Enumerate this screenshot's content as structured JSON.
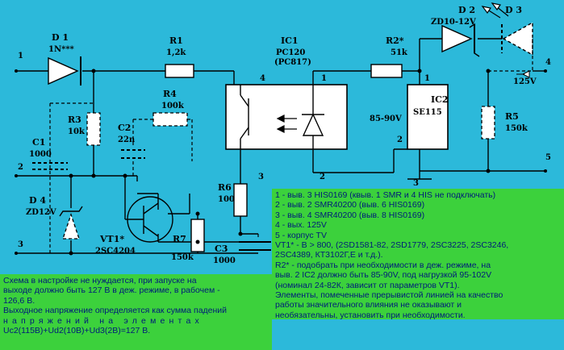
{
  "labels": {
    "d1": "D 1",
    "d1_type": "1N***",
    "r1": "R1",
    "r1_val": "1,2k",
    "ic1": "IC1",
    "ic1_type": "PC120",
    "ic1_alt": "(PC817)",
    "r2": "R2*",
    "r2_val": "51k",
    "d2": "D 2",
    "d2_type": "ZD10-12V",
    "d3": "D 3",
    "v125": "125V",
    "r3": "R3",
    "r3_val": "10k",
    "r4": "R4",
    "r4_val": "100k",
    "c2": "C2",
    "c2_val": "22n",
    "c1": "C1",
    "c1_val": "1000",
    "ic2": "IC2",
    "ic2_type": "SE115",
    "v8590": "85-90V",
    "r5": "R5",
    "r5_val": "150k",
    "d4": "D 4",
    "d4_type": "ZD12V",
    "vt1": "VT1*",
    "vt1_type": "2SC4204",
    "r6": "R6",
    "r6_val": "100",
    "r7": "R7",
    "r7_val": "150k",
    "c3": "C3",
    "c3_val": "1000",
    "pin1": "1",
    "pin2": "2",
    "pin3": "3",
    "pin4": "4",
    "pin5": "5",
    "ic1_p4": "4",
    "ic1_p1": "1",
    "ic1_p3": "3",
    "ic1_p2": "2",
    "ic2_p1": "1",
    "ic2_p2": "2",
    "ic2_p3": "3"
  },
  "note_right": [
    "1 - выв. 3 HIS0169  (квыв. 1 SMR и 4 HIS не подключать)",
    "2 - выв. 2 SMR40200 (выв. 6 HIS0169)",
    "3 - выв. 4 SMR40200 (выв. 8 HIS0169)",
    "4 - вых. 125V",
    "5 - корпус TV",
    "VT1* - В  > 800, (2SD1581-82, 2SD1779, 2SC3225, 2SC3246,",
    "2SC4389, КТ3102Г,Е и т.д.).",
    "R2* - подобрать при необходимости в деж. режиме, на",
    "выв. 2  IC2 должно быть 85-90V, под нагрузкой  95-102V",
    "(номинал 24-82К, зависит от параметров  VT1).",
    "Элементы, помеченные прерывистой линией на качество",
    "работы значительного влияния не оказывают и",
    "необязательны, установить при необходимости."
  ],
  "note_left": [
    "Схема в настройке не нуждается,  при запуске  на",
    "выходе должно быть 127 В в деж. режиме, в рабочем -",
    "126,6 В.",
    "Выходное  напряжение определяется как сумма падений",
    "напряжений на элементах",
    "Uc2(115В)+Ud2(10В)+Ud3(2В)=127 В."
  ]
}
